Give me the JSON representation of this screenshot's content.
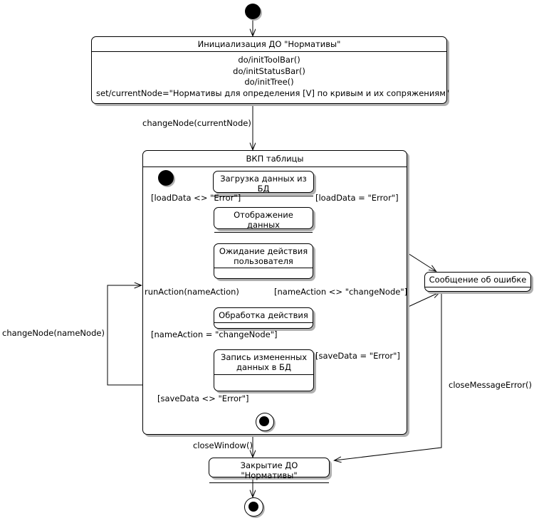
{
  "diagram": {
    "kind": "uml-state-machine",
    "title": "",
    "background": "#ffffff",
    "line_color": "#000000",
    "shadow_color": "#b0b0b0"
  },
  "nodes": {
    "start": {
      "type": "initial-state",
      "label": ""
    },
    "init": {
      "type": "state",
      "name": "Инициализация ДО \"Нормативы\"",
      "activities": [
        "do/initToolBar()",
        "do/initStatusBar()",
        "do/initTree()",
        "set/currentNode=\"Нормативы для определения [V] по кривым и их сопряжениям\""
      ]
    },
    "composite": {
      "type": "composite-state",
      "name": "ВКП таблицы"
    },
    "inner_start": {
      "type": "initial-state",
      "label": ""
    },
    "load": {
      "type": "state",
      "name": "Загрузка данных из БД"
    },
    "display": {
      "type": "state",
      "name": "Отображение данных"
    },
    "wait": {
      "type": "state",
      "name_line1": "Ожидание действия",
      "name_line2": "пользователя"
    },
    "process": {
      "type": "state",
      "name": "Обработка действия"
    },
    "save": {
      "type": "state",
      "name_line1": "Запись измененных",
      "name_line2": "данных в БД"
    },
    "inner_final": {
      "type": "final-state",
      "label": ""
    },
    "error": {
      "type": "state",
      "name": "Сообщение об ошибке"
    },
    "close": {
      "type": "state",
      "name": "Закрытие ДО \"Нормативы\""
    },
    "final": {
      "type": "final-state",
      "label": ""
    }
  },
  "transitions": {
    "change_node_current": "changeNode(currentNode)",
    "load_ok": "[loadData <> \"Error\"]",
    "load_err": "[loadData = \"Error\"]",
    "run_action": "runAction(nameAction)",
    "name_action_neq": "[nameAction <> \"changeNode\"]",
    "name_action_eq": "[nameAction = \"changeNode\"]",
    "save_err": "[saveData = \"Error\"]",
    "save_ok": "[saveData <> \"Error\"]",
    "change_node_name": "changeNode(nameNode)",
    "close_window": "closeWindow()",
    "close_message_error": "closeMessageError()"
  }
}
